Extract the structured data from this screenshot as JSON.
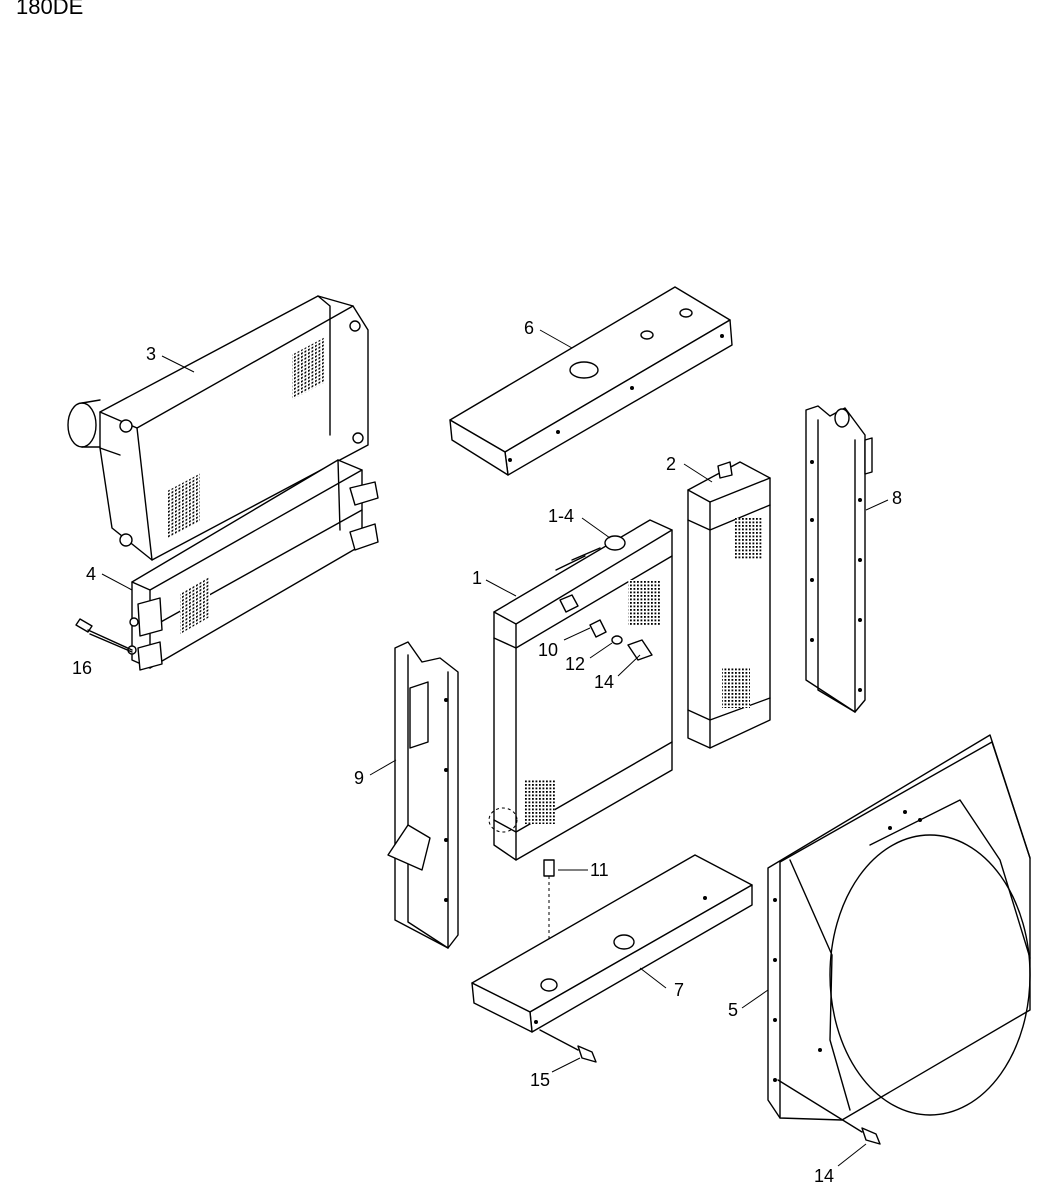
{
  "title": "180DE",
  "callouts": {
    "p1": "1",
    "p1_4": "1-4",
    "p2": "2",
    "p3": "3",
    "p4": "4",
    "p5": "5",
    "p6": "6",
    "p7": "7",
    "p8": "8",
    "p9": "9",
    "p10": "10",
    "p11": "11",
    "p12": "12",
    "p14a": "14",
    "p14b": "14",
    "p15": "15",
    "p16": "16"
  }
}
